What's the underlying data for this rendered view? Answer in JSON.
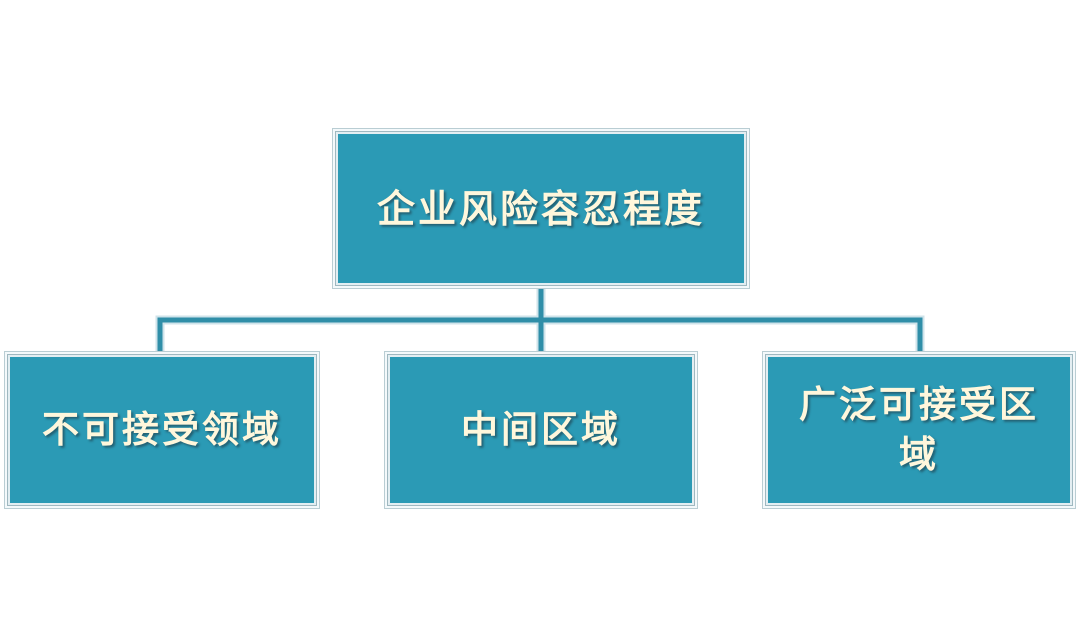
{
  "diagram": {
    "root": {
      "label": "企业风险容忍程度"
    },
    "children": [
      {
        "label": "不可接受领域"
      },
      {
        "label": "中间区域"
      },
      {
        "label": "广泛可接受区域"
      }
    ]
  },
  "colors": {
    "box_fill": "#2b9ab5",
    "box_text": "#fff7dc",
    "connector": "#2f8ea8",
    "background": "#ffffff"
  }
}
